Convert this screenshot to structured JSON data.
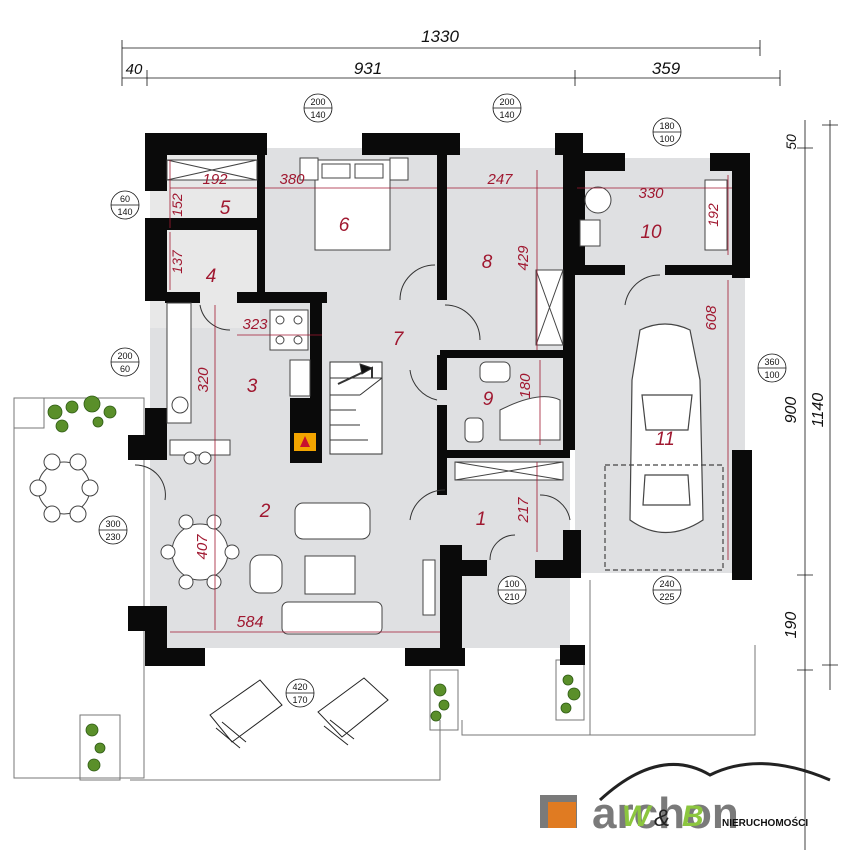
{
  "overall": {
    "width_total": "1330",
    "seg1": "40",
    "seg2": "931",
    "seg3": "359",
    "right1": "50",
    "right2": "900",
    "right3": "1140",
    "right4": "190"
  },
  "rooms": [
    {
      "num": "1"
    },
    {
      "num": "2"
    },
    {
      "num": "3"
    },
    {
      "num": "4"
    },
    {
      "num": "5"
    },
    {
      "num": "6"
    },
    {
      "num": "7"
    },
    {
      "num": "8"
    },
    {
      "num": "9"
    },
    {
      "num": "10"
    },
    {
      "num": "11"
    }
  ],
  "inner_dims": {
    "d192": "192",
    "d380": "380",
    "d247": "247",
    "d330": "330",
    "d152": "152",
    "d137": "137",
    "d429": "429",
    "d192b": "192",
    "d323": "323",
    "d320": "320",
    "d608": "608",
    "d180": "180",
    "d217": "217",
    "d407": "407",
    "d584": "584"
  },
  "windows": {
    "w1_top": "200",
    "w1_bot": "140",
    "w2_top": "200",
    "w2_bot": "140",
    "w3_top": "180",
    "w3_bot": "100",
    "w4_top": "60",
    "w4_bot": "140",
    "w5_top": "200",
    "w5_bot": "60",
    "w6_top": "360",
    "w6_bot": "100",
    "w7_top": "300",
    "w7_bot": "230",
    "w8_top": "100",
    "w8_bot": "210",
    "w9_top": "240",
    "w9_bot": "225",
    "w10_top": "420",
    "w10_bot": "170"
  },
  "logo": {
    "brand": "archon",
    "partner_w": "W",
    "partner_amp": "&",
    "partner_b": "B",
    "sub": "NIERUCHOMOŚCI"
  },
  "colors": {
    "wall": "#0a0a0a",
    "floor": "#dfe0e2",
    "accent": "#a01830",
    "logo_orange": "#e07b22",
    "logo_gray": "#7a7a7a",
    "logo_green": "#8cc63f"
  }
}
